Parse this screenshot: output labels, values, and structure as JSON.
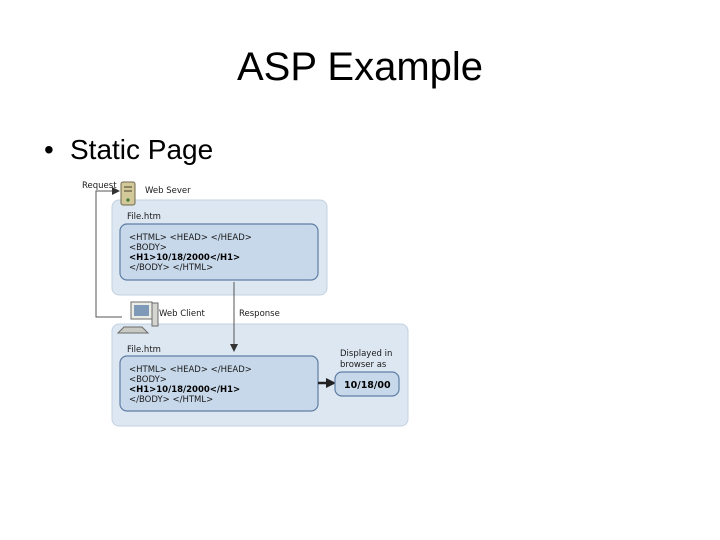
{
  "slide": {
    "title": "ASP Example",
    "bullet": "Static Page"
  },
  "diagram": {
    "request_label": "Request",
    "web_server_label": "Web Sever",
    "web_client_label": "Web Client",
    "response_label": "Response",
    "server_file": {
      "name": "File.htm",
      "lines": [
        "<HTML> <HEAD> </HEAD>",
        "<BODY>",
        "<H1>10/18/2000</H1>",
        "</BODY> </HTML>"
      ]
    },
    "client_file": {
      "name": "File.htm",
      "lines": [
        "<HTML> <HEAD> </HEAD>",
        "<BODY>",
        "<H1>10/18/2000</H1>",
        "</BODY> </HTML>"
      ]
    },
    "displayed_label_line1": "Displayed in",
    "displayed_label_line2": "browser as",
    "displayed_value": "10/18/00",
    "colors": {
      "panel_fill": "#dde7f1",
      "panel_stroke": "#c2d1e1",
      "code_box_fill": "#c7d8ea",
      "code_box_stroke": "#5f7fa5",
      "connector": "#555555",
      "arrow": "#333333"
    },
    "icons": [
      "server-icon",
      "computer-icon"
    ]
  }
}
